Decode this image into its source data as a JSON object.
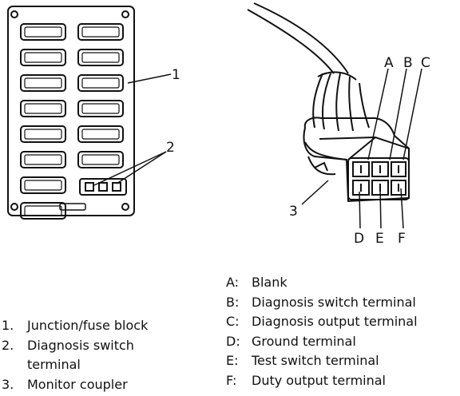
{
  "callouts": {
    "n1": "1",
    "n2": "2",
    "n3": "3",
    "A": "A",
    "B": "B",
    "C": "C",
    "D": "D",
    "E": "E",
    "F": "F"
  },
  "legend_terminals": [
    {
      "key": "A:",
      "text": "Blank"
    },
    {
      "key": "B:",
      "text": "Diagnosis switch terminal"
    },
    {
      "key": "C:",
      "text": "Diagnosis output terminal"
    },
    {
      "key": "D:",
      "text": "Ground terminal"
    },
    {
      "key": "E:",
      "text": "Test switch terminal"
    },
    {
      "key": "F:",
      "text": "Duty output terminal"
    }
  ],
  "legend_parts": [
    {
      "key": "1.",
      "text": "Junction/fuse block"
    },
    {
      "key": "2.",
      "text": "Diagnosis switch",
      "cont": "terminal"
    },
    {
      "key": "3.",
      "text": "Monitor coupler"
    }
  ]
}
